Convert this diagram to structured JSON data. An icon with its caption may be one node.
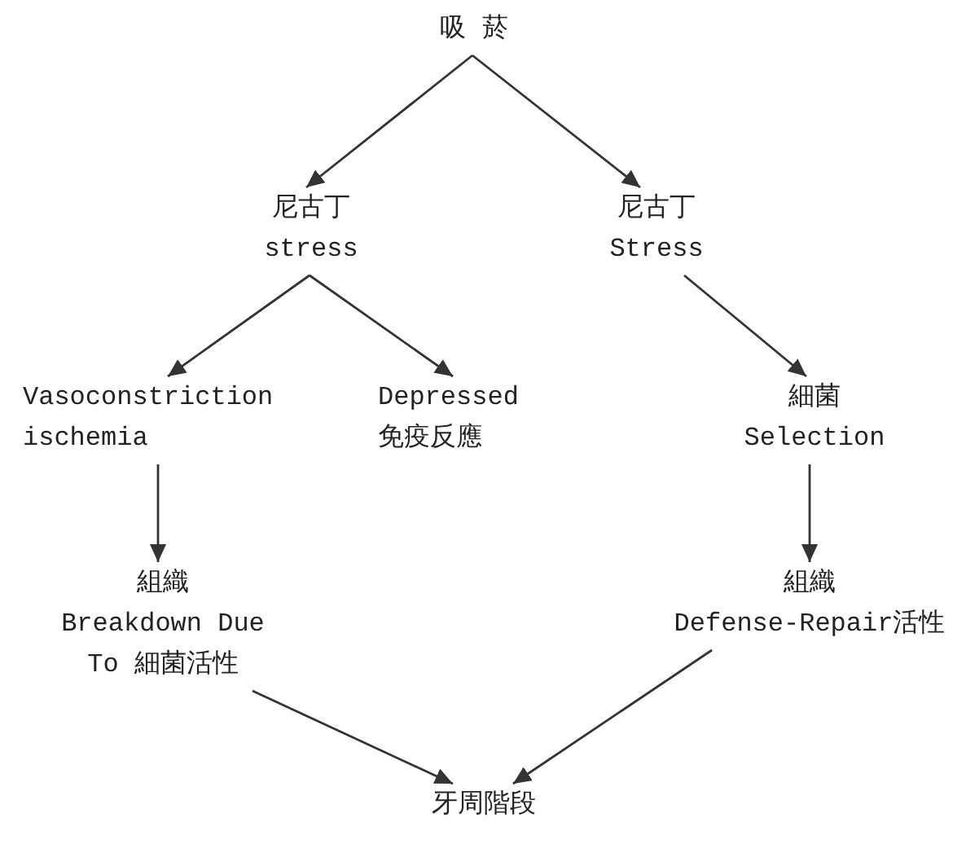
{
  "diagram": {
    "nodes": [
      {
        "text": [
          "吸 菸"
        ]
      },
      {
        "text": [
          "尼古丁",
          "stress"
        ]
      },
      {
        "text": [
          "尼古丁",
          "Stress"
        ]
      },
      {
        "text": [
          "Vasoconstriction",
          "ischemia"
        ]
      },
      {
        "text": [
          "Depressed",
          "免疫反應"
        ]
      },
      {
        "text": [
          "細菌",
          "Selection"
        ]
      },
      {
        "text": [
          "組織",
          "Breakdown Due To 細菌活性"
        ]
      },
      {
        "text": [
          "組織",
          "Defense-Repair活性"
        ]
      },
      {
        "text": [
          "牙周階段"
        ]
      }
    ],
    "edges": [
      {
        "from": 0,
        "to": 1,
        "arrow": "to"
      },
      {
        "from": 0,
        "to": 2,
        "arrow": "to"
      },
      {
        "from": 1,
        "to": 3,
        "arrow": "to"
      },
      {
        "from": 1,
        "to": 4,
        "arrow": "to"
      },
      {
        "from": 2,
        "to": 5,
        "arrow": "to"
      },
      {
        "from": 3,
        "to": 6,
        "arrow": "to"
      },
      {
        "from": 5,
        "to": 7,
        "arrow": "to"
      },
      {
        "from": 6,
        "to": 8,
        "arrow": "to"
      },
      {
        "from": 7,
        "to": 8,
        "arrow": "to"
      }
    ]
  }
}
